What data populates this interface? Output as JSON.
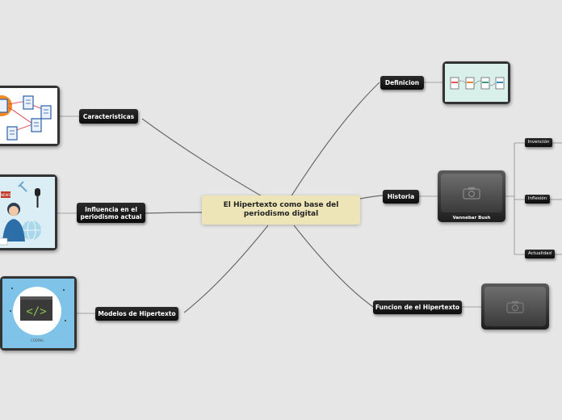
{
  "central": {
    "line1": "El Hipertexto como base del",
    "line2": "periodismo digital"
  },
  "branches": {
    "caracteristicas": "Caracteristicas",
    "influencia": {
      "line1": "Influencia en el",
      "line2": "periodismo actual"
    },
    "modelos": "Modelos de Hipertexto",
    "definicion": "Definicion",
    "historia": "Historia",
    "funcion": "Funcion de el Hipertexto"
  },
  "historia_children": [
    "Invención",
    "Inflesión",
    "Actualidad"
  ],
  "vannebar_caption": "Vannebar Bush",
  "code_caption": "CODING",
  "news_tag": "NEWS",
  "colors": {
    "background": "#e6e6e6",
    "central_fill": "#ede5b7",
    "node_fill": "#1a1a1a",
    "connector": "#6a6a6a"
  },
  "icons": [
    "camera-placeholder-icon",
    "document-icon",
    "code-icon",
    "microphone-icon",
    "globe-icon"
  ]
}
